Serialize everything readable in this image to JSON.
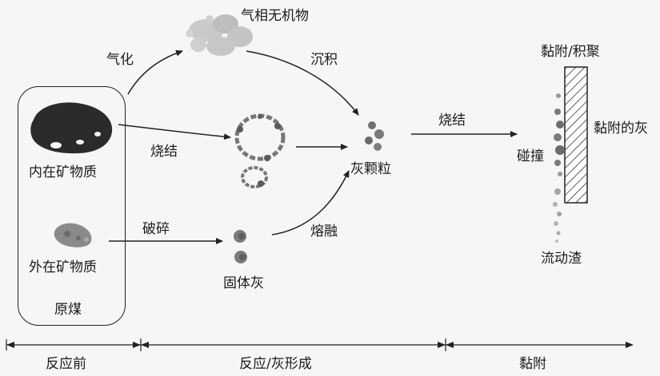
{
  "diagram": {
    "labels": {
      "gas_inorganic": "气相无机物",
      "gasify": "气化",
      "deposit": "沉积",
      "sinter_top": "烧结",
      "sinter_right": "烧结",
      "stick_accum": "黏附/积聚",
      "sticking_ash": "黏附的灰",
      "collide": "碰撞",
      "ash_particle": "灰颗粒",
      "inherent_mineral": "内在矿物质",
      "external_mineral": "外在矿物质",
      "raw_coal": "原煤",
      "break": "破碎",
      "melt": "熔融",
      "solid_ash": "固体灰",
      "flowing_slag": "流动渣"
    },
    "stages": {
      "before": "反应前",
      "during": "反应/灰形成",
      "sticking": "黏附"
    }
  }
}
